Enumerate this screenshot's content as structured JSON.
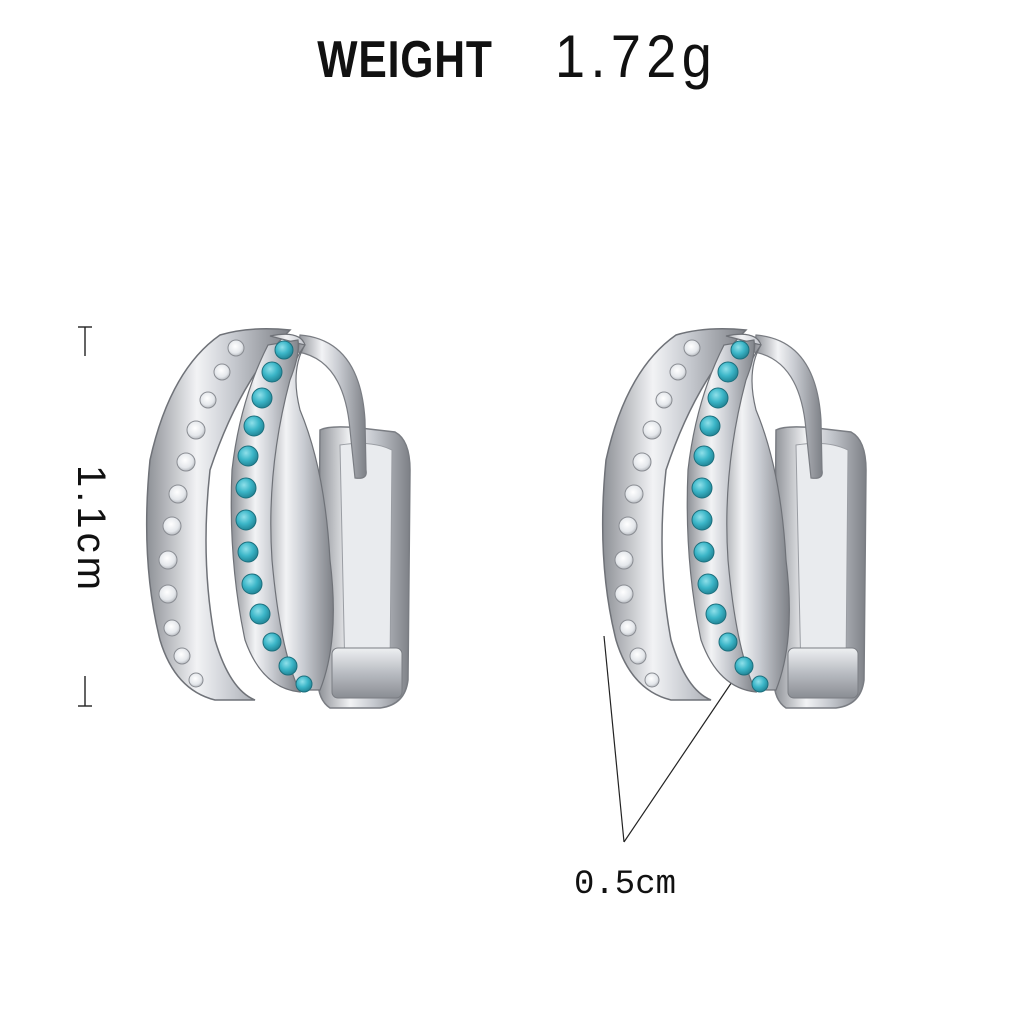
{
  "header": {
    "label": "WEIGHT",
    "value": "1.72g"
  },
  "dimensions": {
    "height": "1.1cm",
    "width": "0.5cm"
  },
  "product": {
    "name_icon": "double-hoop-earring-icon",
    "metal_color": "#c9ccd1",
    "clear_stone_color": "#f4f6f8",
    "turquoise_stone_color": "#3cb6c8"
  }
}
